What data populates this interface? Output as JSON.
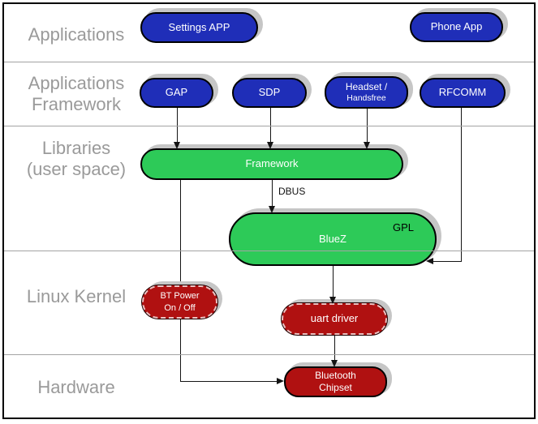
{
  "title": "Bluetooth software stack diagram",
  "layers": {
    "applications": "Applications",
    "app_framework_line1": "Applications",
    "app_framework_line2": "Framework",
    "libraries_line1": "Libraries",
    "libraries_line2": "(user space)",
    "linux_kernel": "Linux Kernel",
    "hardware": "Hardware"
  },
  "nodes": {
    "settings_app": "Settings APP",
    "phone_app": "Phone App",
    "gap": "GAP",
    "sdp": "SDP",
    "headset_line1": "Headset /",
    "headset_line2": "Handsfree",
    "rfcomm": "RFCOMM",
    "framework": "Framework",
    "bluez": "BlueZ",
    "gpl": "GPL",
    "bt_power_line1": "BT Power",
    "bt_power_line2": "On / Off",
    "uart_driver": "uart driver",
    "chipset_line1": "Bluetooth",
    "chipset_line2": "Chipset"
  },
  "edge_labels": {
    "dbus": "DBUS"
  },
  "connections": [
    {
      "from": "GAP",
      "to": "Framework"
    },
    {
      "from": "SDP",
      "to": "Framework"
    },
    {
      "from": "Headset / Handsfree",
      "to": "Framework"
    },
    {
      "from": "RFCOMM",
      "to": "BlueZ"
    },
    {
      "from": "Framework",
      "to": "BlueZ",
      "label": "DBUS"
    },
    {
      "from": "Framework",
      "to": "Bluetooth Chipset",
      "via": "BT Power On / Off"
    },
    {
      "from": "BlueZ",
      "to": "uart driver"
    },
    {
      "from": "uart driver",
      "to": "Bluetooth Chipset"
    }
  ],
  "colors": {
    "app_blue": "#1f2eb8",
    "lib_green": "#2dca58",
    "kernel_red": "#b01111",
    "layer_label_gray": "#9a9a9a",
    "shadow_gray": "#c6c6c6",
    "divider_gray": "#a3a3a3"
  }
}
